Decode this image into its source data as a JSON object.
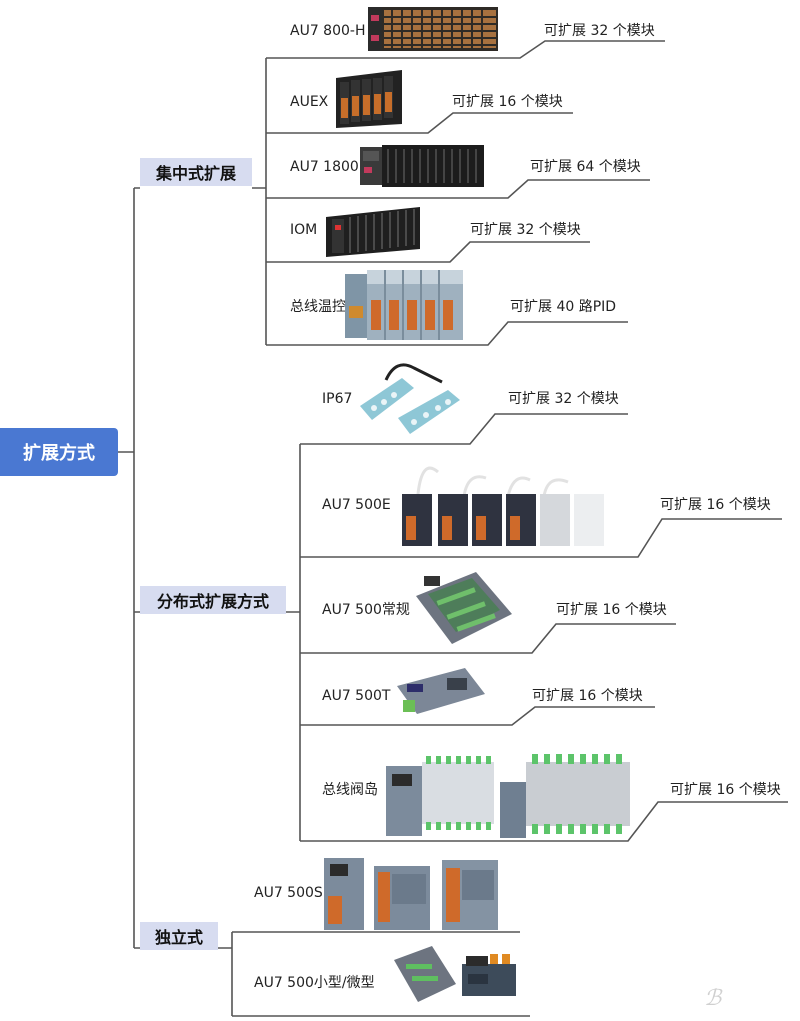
{
  "root": "扩展方式",
  "categories": [
    {
      "label": "集中式扩展",
      "items": [
        {
          "name": "AU7 800-H",
          "capacity": "可扩展 32 个模块"
        },
        {
          "name": "AUEX",
          "capacity": "可扩展 16 个模块"
        },
        {
          "name": "AU7 1800",
          "capacity": "可扩展 64 个模块"
        },
        {
          "name": "IOM",
          "capacity": "可扩展 32 个模块"
        },
        {
          "name": "总线温控",
          "capacity": "可扩展 40 路PID"
        }
      ]
    },
    {
      "label": "分布式扩展方式",
      "items": [
        {
          "name": "IP67",
          "capacity": "可扩展 32 个模块"
        },
        {
          "name": "AU7 500E",
          "capacity": "可扩展 16 个模块"
        },
        {
          "name": "AU7 500常规",
          "capacity": "可扩展 16 个模块"
        },
        {
          "name": "AU7 500T",
          "capacity": "可扩展 16 个模块"
        },
        {
          "name": "总线阀岛",
          "capacity": "可扩展 16 个模块"
        }
      ]
    },
    {
      "label": "独立式",
      "items": [
        {
          "name": "AU7 500S",
          "capacity": ""
        },
        {
          "name": "AU7 500小型/微型",
          "capacity": ""
        }
      ]
    }
  ],
  "colors": {
    "root": "#4a78d2",
    "category": "#d7dcf0",
    "line": "#555555"
  }
}
